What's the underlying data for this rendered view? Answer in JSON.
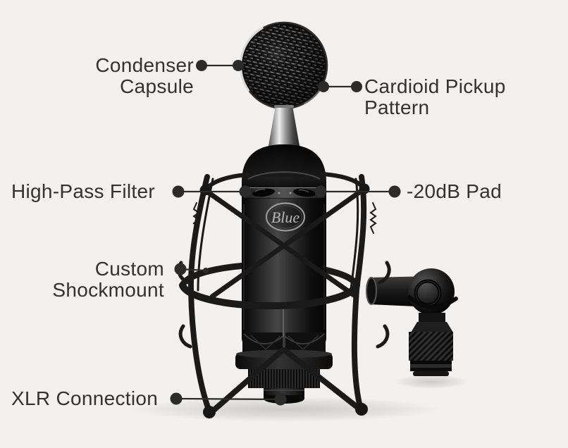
{
  "diagram": {
    "colors": {
      "background": "#f2f1ef",
      "label_text": "#323232",
      "leader": "#2b2b2b"
    },
    "mic": {
      "logo_text": "Blue"
    },
    "callouts": [
      {
        "id": "condenser-capsule",
        "label": "Condenser\nCapsule"
      },
      {
        "id": "cardioid-pickup-pattern",
        "label": "Cardioid Pickup\nPattern"
      },
      {
        "id": "high-pass-filter",
        "label": "High-Pass Filter"
      },
      {
        "id": "pad",
        "label": "-20dB Pad"
      },
      {
        "id": "custom-shockmount",
        "label": "Custom\nShockmount"
      },
      {
        "id": "xlr-connection",
        "label": "XLR Connection"
      }
    ]
  }
}
